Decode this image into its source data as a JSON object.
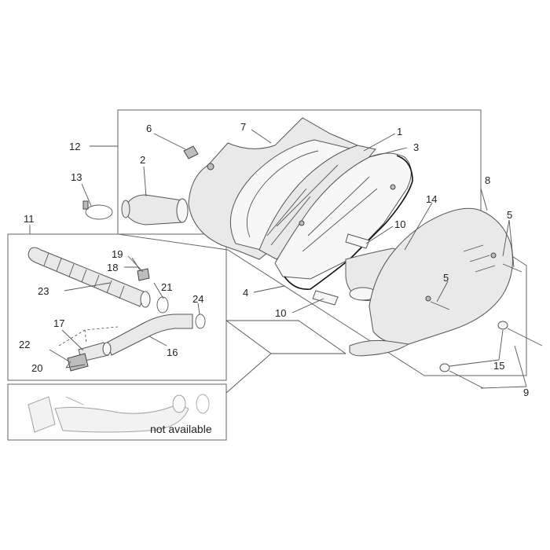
{
  "callouts": {
    "c1": "1",
    "c2": "2",
    "c3": "3",
    "c4": "4",
    "c5a": "5",
    "c5b": "5",
    "c6": "6",
    "c7": "7",
    "c8": "8",
    "c9": "9",
    "c10a": "10",
    "c10b": "10",
    "c11": "11",
    "c12": "12",
    "c13": "13",
    "c14": "14",
    "c15": "15",
    "c16": "16",
    "c17": "17",
    "c18": "18",
    "c19": "19",
    "c20": "20",
    "c21": "21",
    "c22": "22",
    "c23": "23",
    "c24": "24"
  },
  "note_not_available": "not available"
}
